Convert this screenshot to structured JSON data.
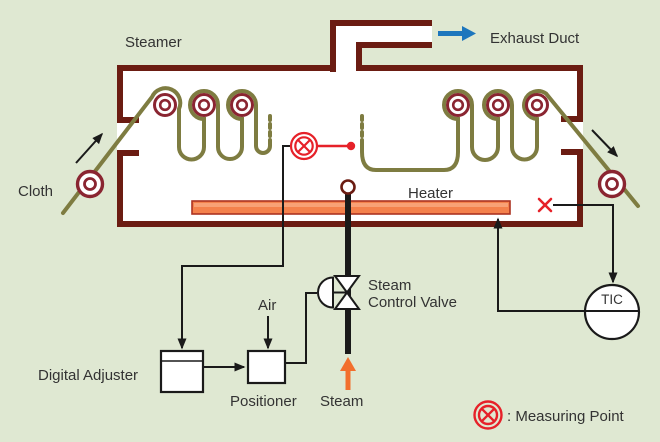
{
  "diagram": {
    "labels": {
      "steamer": "Steamer",
      "exhaust_duct": "Exhaust Duct",
      "cloth": "Cloth",
      "heater": "Heater",
      "steam_control_valve_line1": "Steam",
      "steam_control_valve_line2": "Control Valve",
      "digital_adjuster": "Digital Adjuster",
      "positioner": "Positioner",
      "air": "Air",
      "steam": "Steam",
      "tic": "TIC",
      "measuring_point_legend": ": Measuring Point"
    },
    "colors": {
      "background": "#dfe8d2",
      "wall": "#6b1c12",
      "interior": "#ffffff",
      "cloth": "#7e7c41",
      "roller_ring": "#8a2531",
      "heater_fill": "#f4814c",
      "heater_highlight": "#f8a176",
      "heater_border": "#ac3322",
      "signal_line": "#1a1a1a",
      "measuring_red": "#e62129",
      "exhaust_blue": "#1d76bd",
      "steam_orange": "#f26f2d",
      "text": "#333333"
    }
  }
}
